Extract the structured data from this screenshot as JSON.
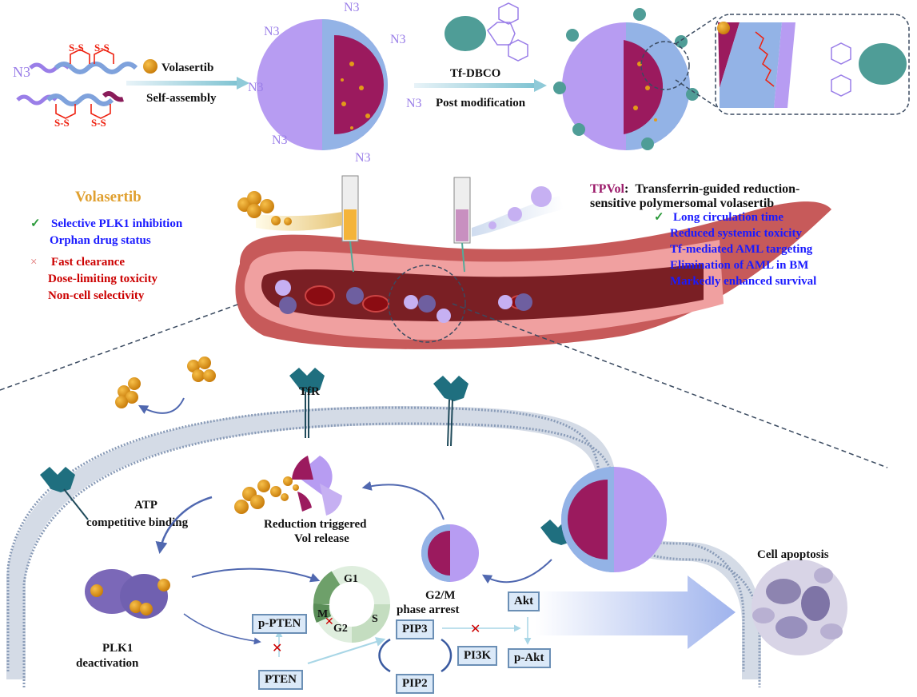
{
  "top_row": {
    "azide_label": "N3",
    "disulfide_label": "S-S",
    "drug_label": "Volasertib",
    "step1_label": "Self-assembly",
    "conjugate_label": "Tf-DBCO",
    "step2_label": "Post modification"
  },
  "tpvol": {
    "name": "TPVol",
    "desc_line1": "Transferrin-guided reduction-",
    "desc_line2": "sensitive polymersomal volasertib"
  },
  "volasertib_panel": {
    "title": "Volasertib",
    "pros": [
      "Selective PLK1 inhibition",
      "Orphan drug status"
    ],
    "cons": [
      "Fast clearance",
      "Dose-limiting toxicity",
      "Non-cell selectivity"
    ],
    "check_glyph": "✓",
    "cross_glyph": "×"
  },
  "tpvol_benefits": {
    "check_glyph": "✓",
    "items": [
      "Long circulation time",
      "Reduced systemic toxicity",
      "Tf-mediated AML targeting",
      "Elimination of AML in BM",
      "Markedly enhanced survival"
    ]
  },
  "cell": {
    "receptor_label": "TfR",
    "release_line1": "Reduction triggered",
    "release_line2": "Vol release",
    "atp_line1": "ATP",
    "atp_line2": "competitive binding",
    "plk1_line1": "PLK1",
    "plk1_line2": "deactivation",
    "arrest_line1": "G2/M",
    "arrest_line2": "phase arrest",
    "apoptosis_label": "Cell apoptosis",
    "cycle_phases": [
      "G1",
      "S",
      "G2",
      "M"
    ],
    "pathway_boxes": [
      "p-PTEN",
      "PTEN",
      "PIP3",
      "PIP2",
      "PI3K",
      "Akt",
      "p-Akt"
    ],
    "block_glyph": "✕"
  },
  "colors": {
    "drug_orange": "#e39a18",
    "vesicle_purple": "#b79cf2",
    "core_magenta": "#9b1a5e",
    "shell_blue": "#93b3e6",
    "transferrin_teal": "#4f9d97",
    "receptor_teal": "#1f6f7f",
    "text_blue": "#1a1aff",
    "text_red": "#cc0000",
    "title_gold": "#e0a030",
    "tpvol_magenta": "#9b1a6a",
    "arrow_blue": "#5068b0",
    "membrane_grey": "#9fb0c8",
    "vessel_red": "#c75a5a"
  }
}
